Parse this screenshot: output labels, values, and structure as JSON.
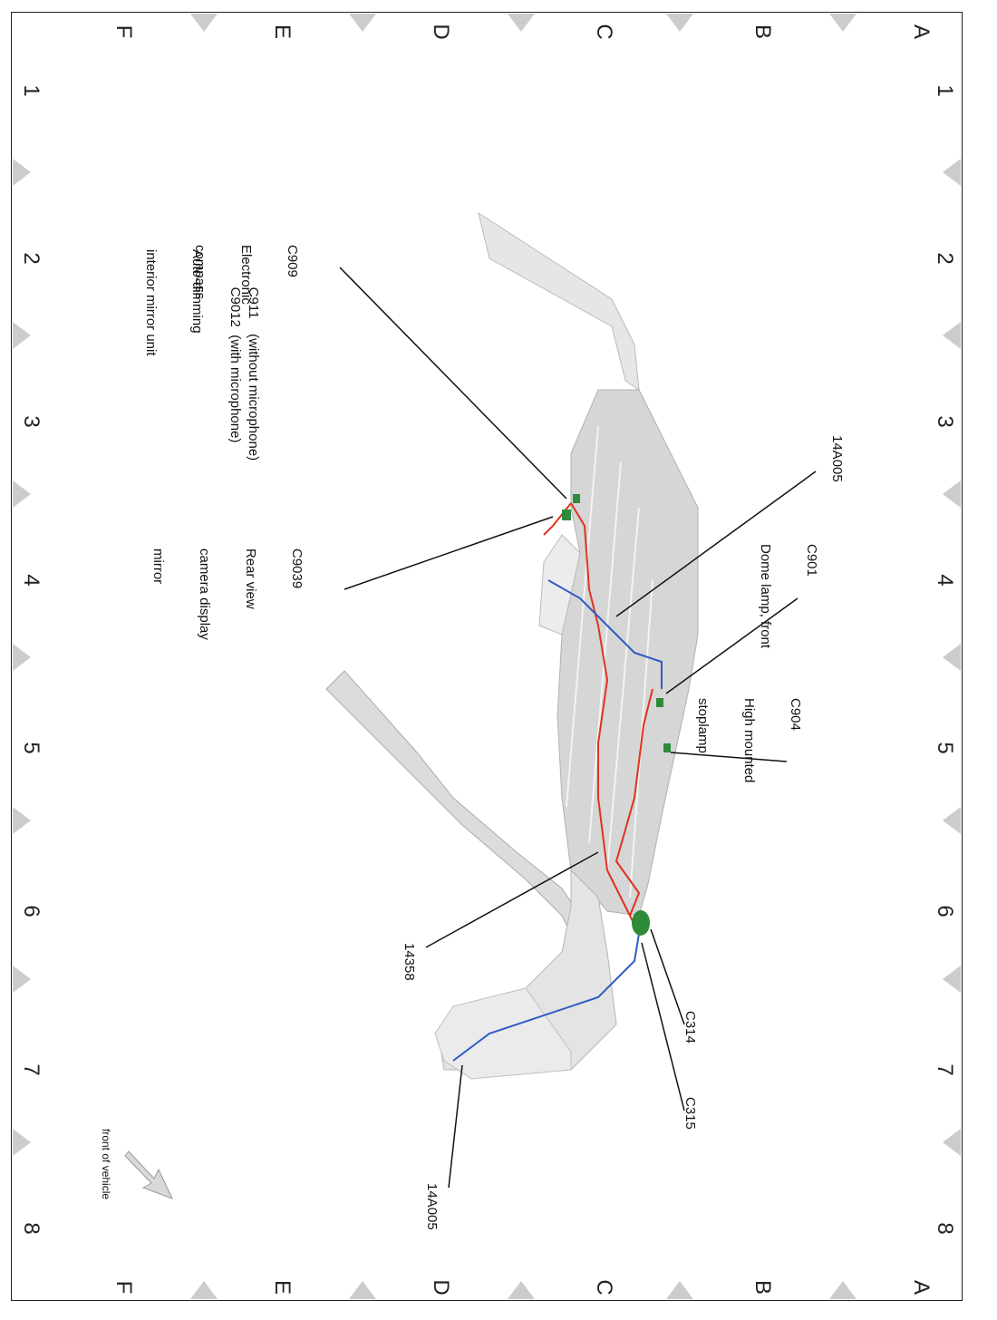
{
  "grid": {
    "rows": [
      "A",
      "B",
      "C",
      "D",
      "E",
      "F"
    ],
    "cols": [
      "1",
      "2",
      "3",
      "4",
      "5",
      "6",
      "7",
      "8"
    ]
  },
  "callouts": {
    "c909": {
      "code": "C909",
      "line1": "Electronic",
      "line2": "compass"
    },
    "c911": {
      "code": "C911",
      "note": "(without microphone)"
    },
    "c9012": {
      "code": "C9012",
      "note": "(with microphone)"
    },
    "mirror": {
      "line1": "Auto-dimming",
      "line2": "interior mirror unit"
    },
    "harness_14a005_top": "14A005",
    "c901": {
      "code": "C901",
      "line1": "Dome lamp, front"
    },
    "c904": {
      "code": "C904",
      "line1": "High mounted",
      "line2": "stoplamp"
    },
    "c9039": {
      "code": "C9039",
      "line1": "Rear view",
      "line2": "camera display",
      "line3": "mirror"
    },
    "harness_14358": "14358",
    "c314": "C314",
    "c315": "C315",
    "harness_14a005_bottom": "14A005",
    "front_of_vehicle": "front of vehicle"
  },
  "colors": {
    "frame": "#222222",
    "triangle": "#cccccc",
    "roof": "#d6d6d6",
    "harness_red": "#e0321e",
    "harness_blue": "#2f5cc4",
    "connector_green": "#2e8b3a",
    "arrow_grey": "#cfcfcf"
  },
  "icons": {
    "front_arrow": "arrow-up-right-icon"
  }
}
